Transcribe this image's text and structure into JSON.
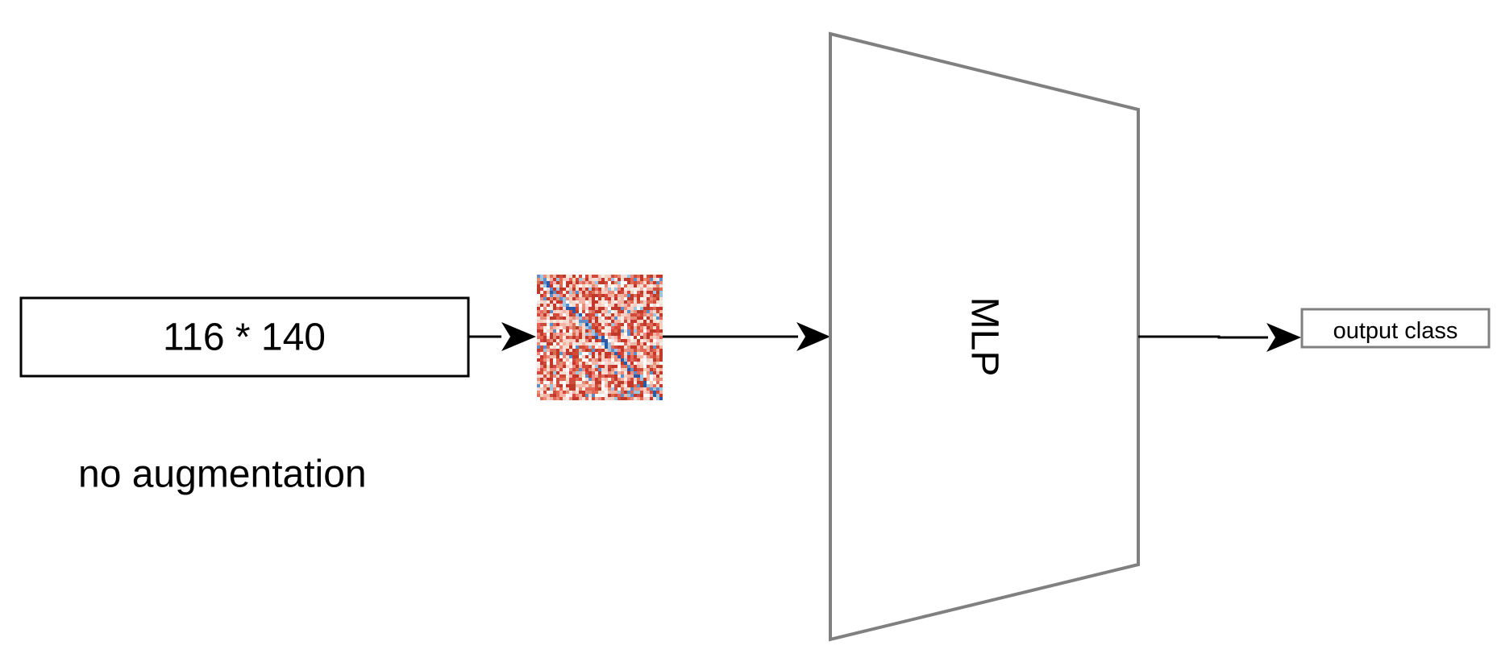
{
  "diagram": {
    "input_box_label": "116 * 140",
    "caption": "no augmentation",
    "model_label": "MLP",
    "output_label": "output class"
  },
  "colors": {
    "input_box_stroke": "#000000",
    "model_stroke": "#808080",
    "output_box_stroke": "#808080",
    "arrow": "#000000",
    "matrix_low": "#c0392b",
    "matrix_mid": "#f5dcd3",
    "matrix_high": "#2b5aa8"
  },
  "icons": {
    "connectivity_matrix": "correlation-matrix-heatmap-icon"
  }
}
